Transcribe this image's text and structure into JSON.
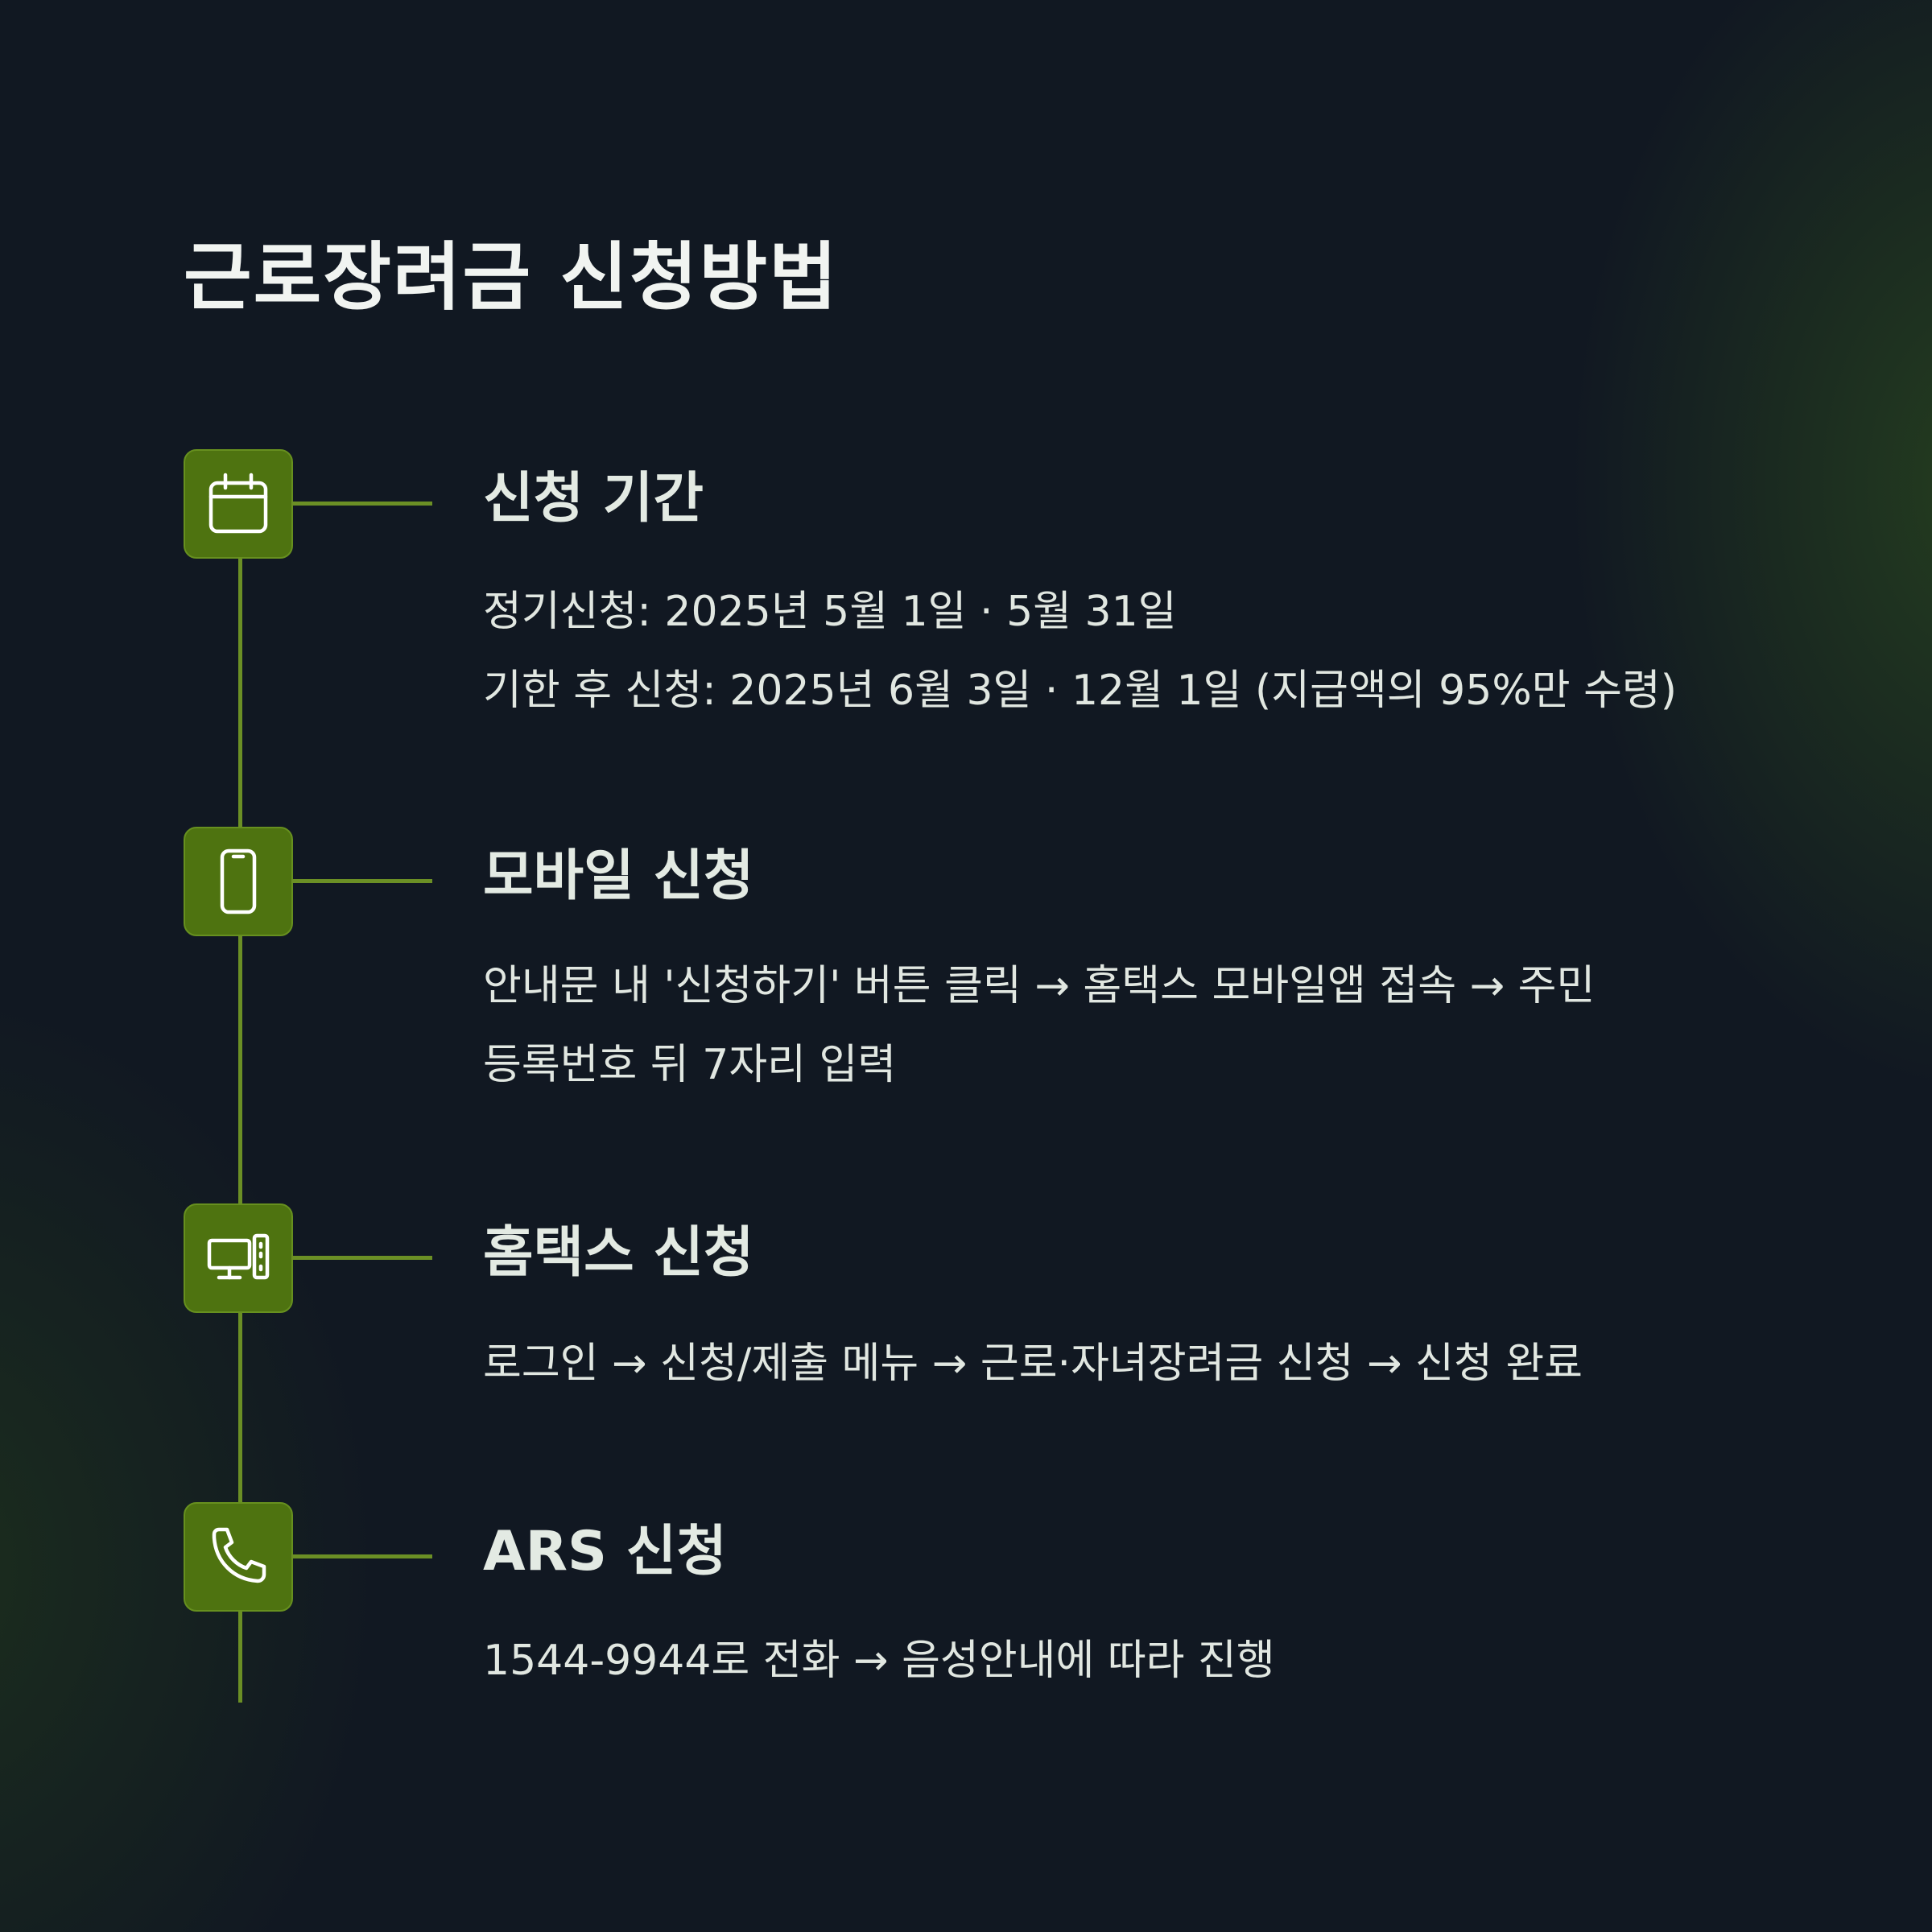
{
  "title": "근로장려금 신청방법",
  "colors": {
    "background": "#111822",
    "accent": "#4e7310",
    "line": "#6b8f25",
    "text": "#e1e7e1"
  },
  "steps": [
    {
      "icon": "calendar-icon",
      "title": "신청 기간",
      "lines": [
        "정기신청: 2025년 5월 1일 · 5월 31일",
        "기한 후 신청: 2025년 6월 3일 · 12월 1일 (지급액의 95%만 수령)"
      ]
    },
    {
      "icon": "smartphone-icon",
      "title": "모바일 신청",
      "lines": [
        "안내문 내 '신청하기' 버튼 클릭 → 홈택스 모바일앱 접속 → 주민",
        "등록번호 뒤 7자리 입력"
      ]
    },
    {
      "icon": "desktop-computer-icon",
      "title": "홈택스 신청",
      "lines": [
        "로그인 → 신청/제출 메뉴 → 근로·자녀장려금 신청 → 신청 완료"
      ]
    },
    {
      "icon": "phone-icon",
      "title": "ARS 신청",
      "lines": [
        "1544-9944로 전화 → 음성안내에 따라 진행"
      ]
    }
  ]
}
